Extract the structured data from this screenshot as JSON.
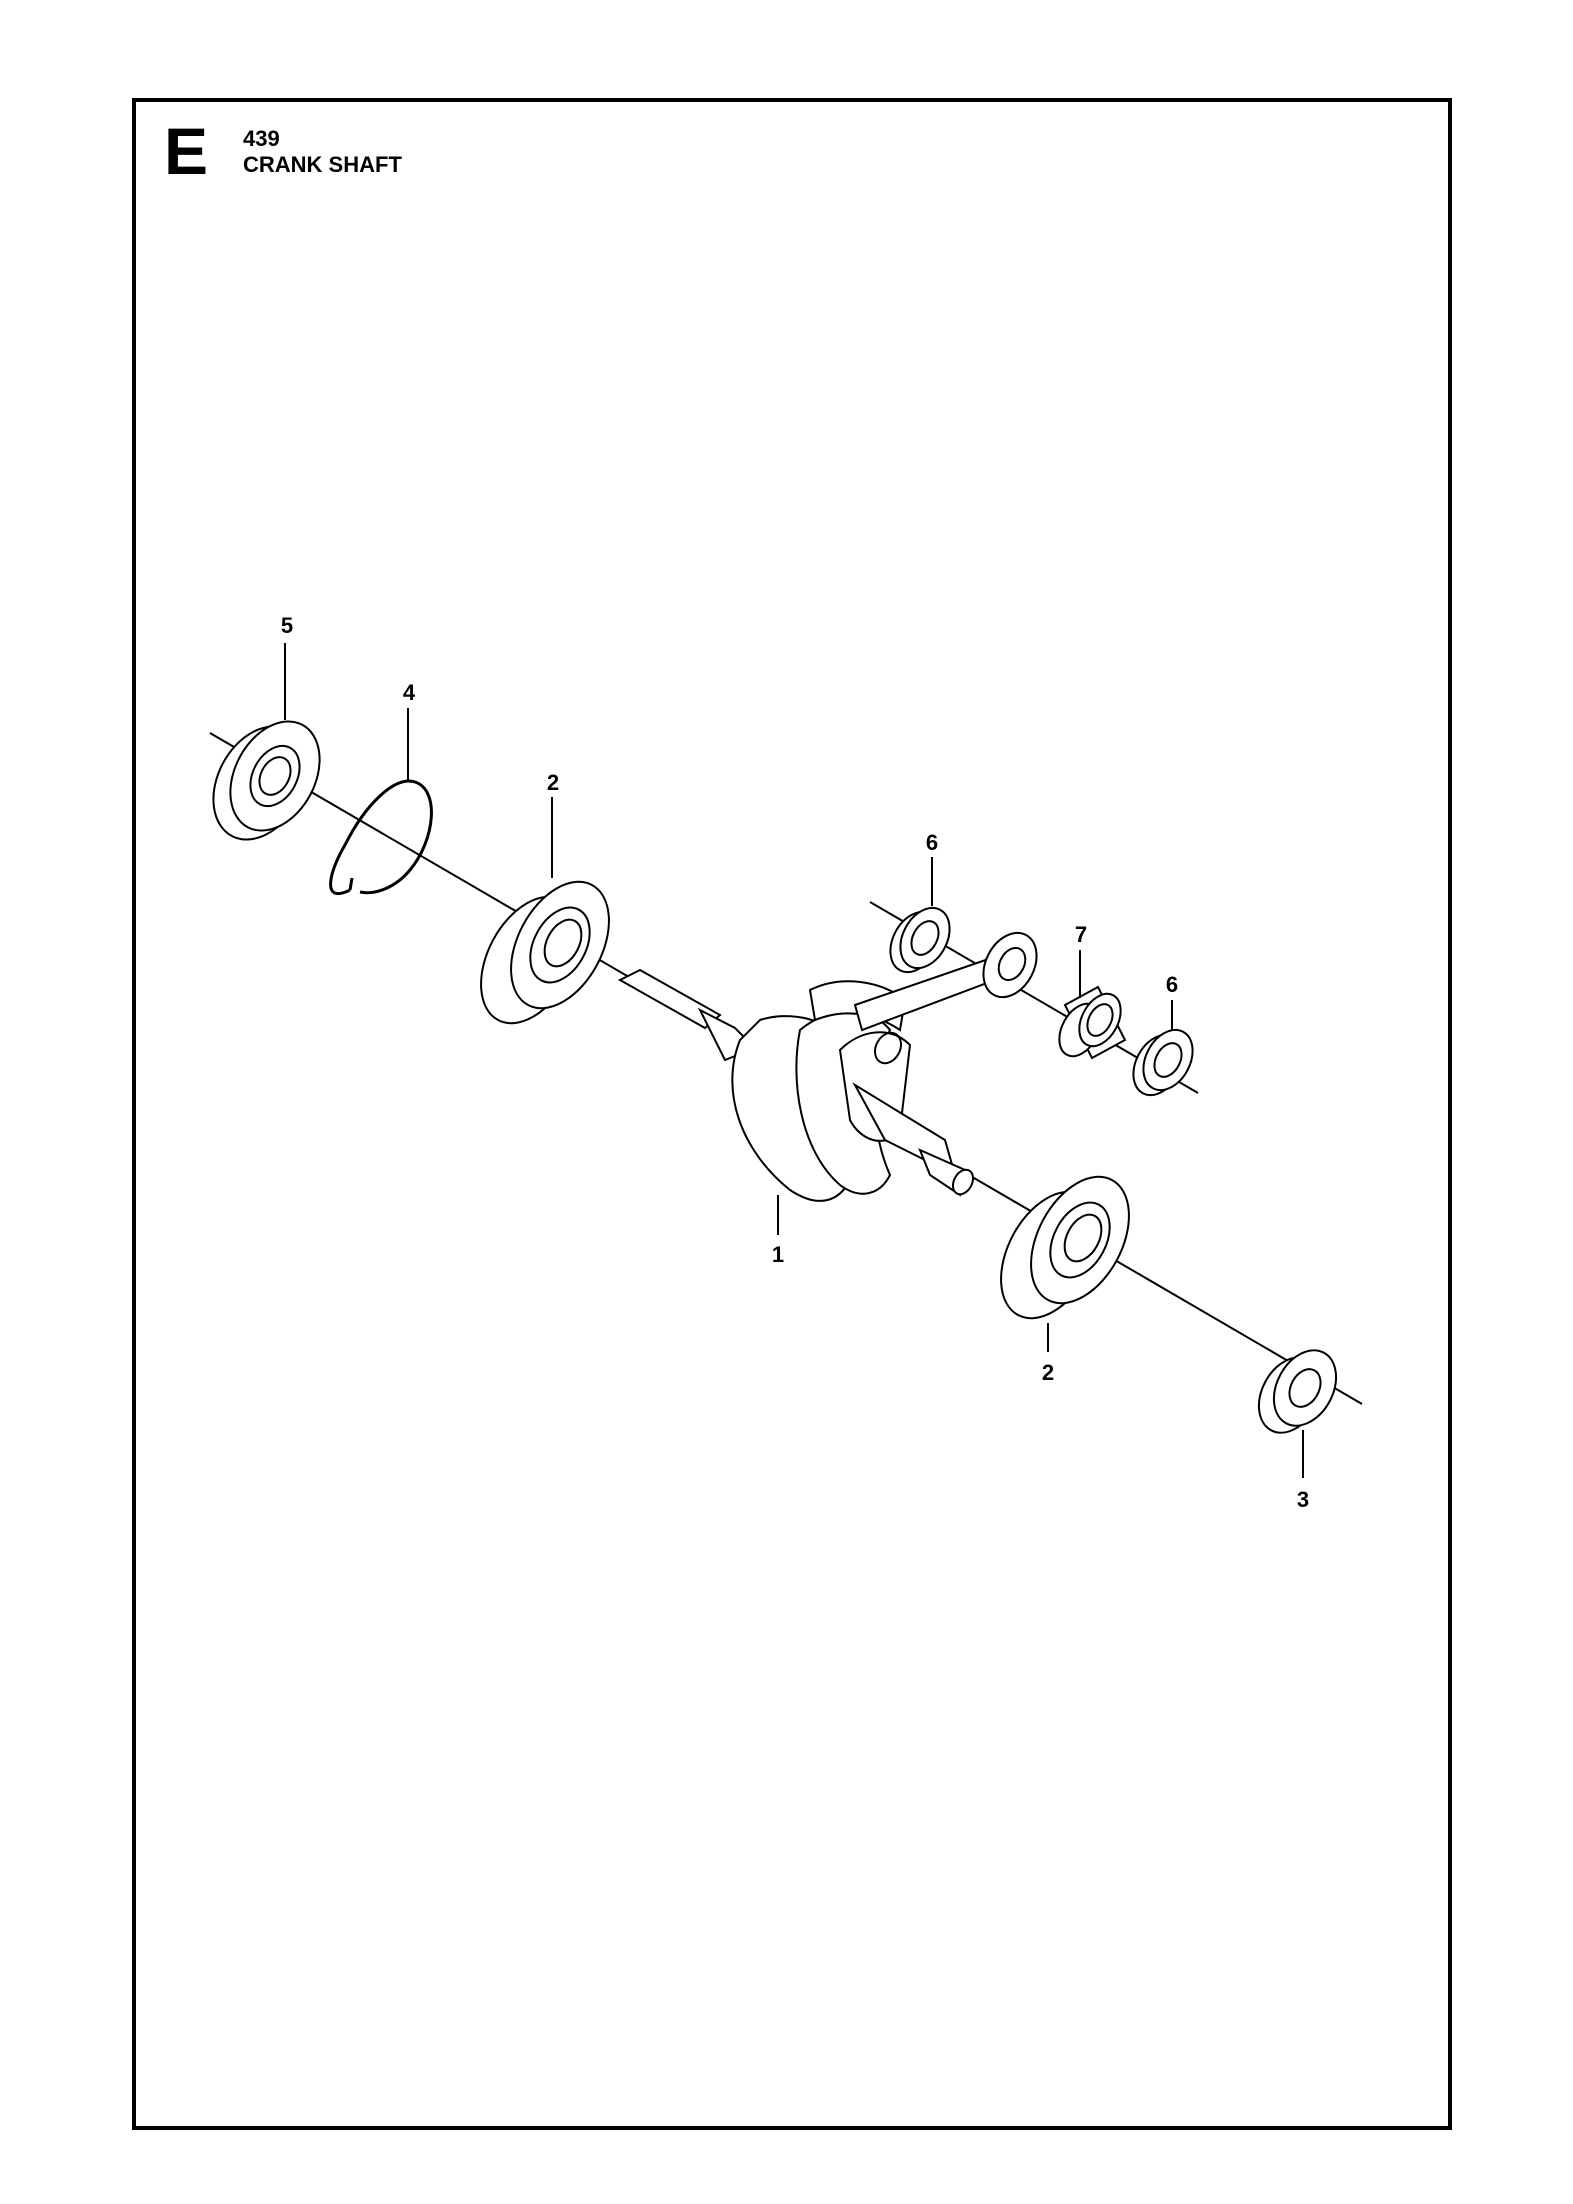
{
  "header": {
    "section_letter": "E",
    "model_number": "439",
    "title": "CRANK SHAFT"
  },
  "callouts": [
    {
      "id": "c5",
      "label": "5"
    },
    {
      "id": "c4",
      "label": "4"
    },
    {
      "id": "c2a",
      "label": "2"
    },
    {
      "id": "c6a",
      "label": "6"
    },
    {
      "id": "c7",
      "label": "7"
    },
    {
      "id": "c6b",
      "label": "6"
    },
    {
      "id": "c1",
      "label": "1"
    },
    {
      "id": "c2b",
      "label": "2"
    },
    {
      "id": "c3",
      "label": "3"
    }
  ]
}
